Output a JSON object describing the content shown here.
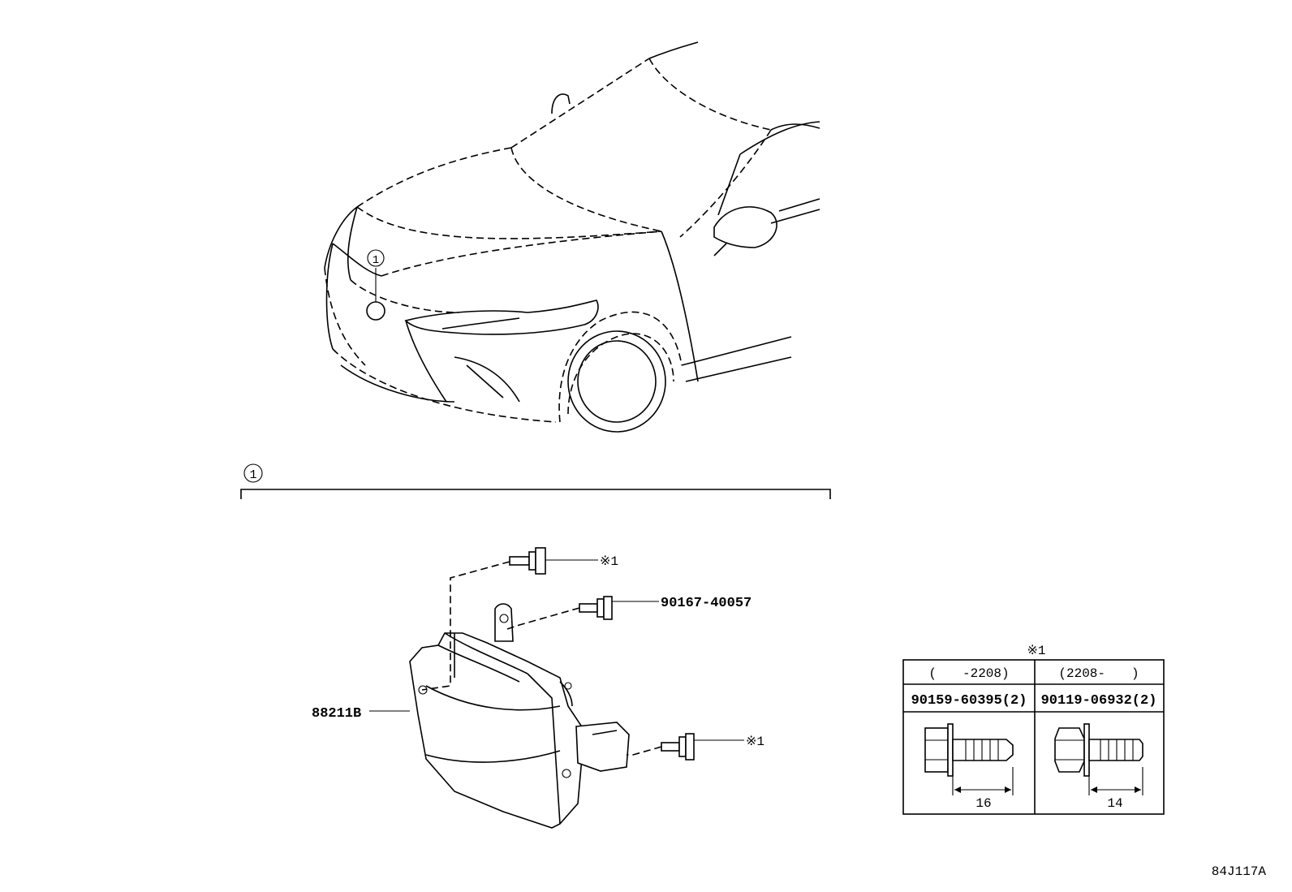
{
  "callout_number": "1",
  "parts": {
    "radar_sensor": "88211B",
    "bolt_a": "90167-40057",
    "ref_mark_top": "※1",
    "ref_mark_bottom": "※1"
  },
  "table": {
    "title": "※1",
    "columns": [
      {
        "range": "(　　-2208)",
        "part": "90159-60395(2)",
        "length": "16"
      },
      {
        "range": "(2208-　　)",
        "part": "90119-06932(2)",
        "length": "14"
      }
    ]
  },
  "diagram_code": "84J117A"
}
